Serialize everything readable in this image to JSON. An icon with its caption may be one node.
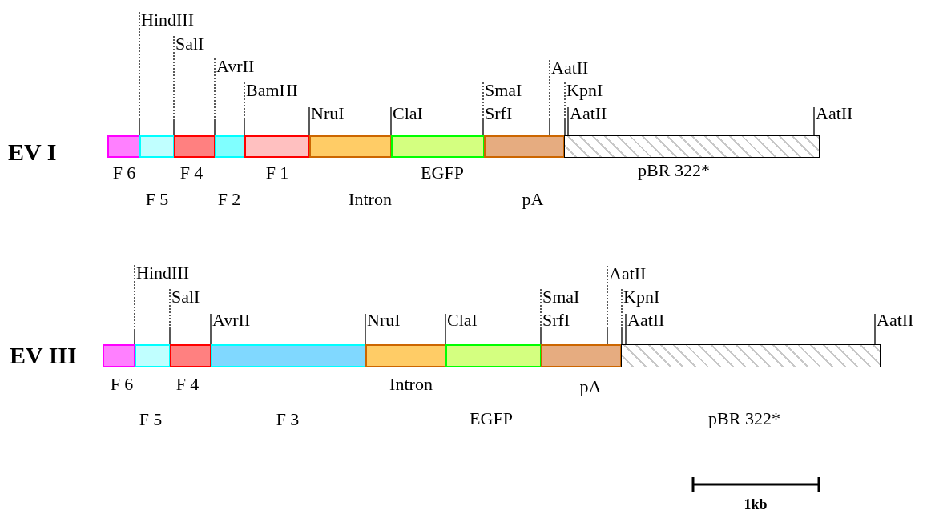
{
  "diagram": {
    "nodes": [
      {
        "text": [
          "HindIII"
        ]
      },
      {
        "text": [
          "SalI"
        ]
      },
      {
        "text": [
          "AvrII"
        ]
      },
      {
        "text": [
          "BamHI"
        ]
      },
      {
        "text": [
          "NruI"
        ]
      },
      {
        "text": [
          "ClaI"
        ]
      },
      {
        "text": [
          "SmaI"
        ]
      },
      {
        "text": [
          "SrfI"
        ]
      },
      {
        "text": [
          "AatII"
        ]
      },
      {
        "text": [
          "KpnI"
        ]
      },
      {
        "text": [
          "AatII"
        ]
      },
      {
        "text": [
          "AatII"
        ]
      },
      {
        "text": [
          "F 6"
        ]
      },
      {
        "text": [
          "F 5"
        ]
      },
      {
        "text": [
          "F 4"
        ]
      },
      {
        "text": [
          "F 2"
        ]
      },
      {
        "text": [
          "F 1"
        ]
      },
      {
        "text": [
          "Intron"
        ]
      },
      {
        "text": [
          "EGFP"
        ]
      },
      {
        "text": [
          "pA"
        ]
      },
      {
        "text": [
          "pBR 322*"
        ]
      },
      {
        "text": [
          "HindIII"
        ]
      },
      {
        "text": [
          "SalI"
        ]
      },
      {
        "text": [
          "AvrII"
        ]
      },
      {
        "text": [
          "NruI"
        ]
      },
      {
        "text": [
          "ClaI"
        ]
      },
      {
        "text": [
          "SmaI"
        ]
      },
      {
        "text": [
          "SrfI"
        ]
      },
      {
        "text": [
          "AatII"
        ]
      },
      {
        "text": [
          "KpnI"
        ]
      },
      {
        "text": [
          "AatII"
        ]
      },
      {
        "text": [
          "AatII"
        ]
      },
      {
        "text": [
          "F 6"
        ]
      },
      {
        "text": [
          "F 5"
        ]
      },
      {
        "text": [
          "F 4"
        ]
      },
      {
        "text": [
          "F 3"
        ]
      },
      {
        "text": [
          "Intron"
        ]
      },
      {
        "text": [
          "EGFP"
        ]
      },
      {
        "text": [
          "pA"
        ]
      },
      {
        "text": [
          "pBR 322*"
        ]
      }
    ],
    "edges": [
      {
        "from": 0,
        "to": 12,
        "arrow": "none",
        "style": "dashed"
      },
      {
        "from": 1,
        "to": 13,
        "arrow": "none",
        "style": "dashed"
      },
      {
        "from": 2,
        "to": 15,
        "arrow": "none",
        "style": "dashed"
      },
      {
        "from": 3,
        "to": 15,
        "arrow": "none",
        "style": "dashed"
      },
      {
        "from": 4,
        "to": 16,
        "arrow": "none"
      },
      {
        "from": 5,
        "to": 17,
        "arrow": "none"
      },
      {
        "from": 6,
        "to": 19,
        "arrow": "none",
        "style": "dashed"
      },
      {
        "from": 8,
        "to": 19,
        "arrow": "none",
        "style": "dashed"
      },
      {
        "from": 9,
        "to": 19,
        "arrow": "none",
        "style": "dashed"
      },
      {
        "from": 10,
        "to": 20,
        "arrow": "none"
      },
      {
        "from": 11,
        "to": 20,
        "arrow": "none"
      },
      {
        "from": 21,
        "to": 32,
        "arrow": "none",
        "style": "dashed"
      },
      {
        "from": 22,
        "to": 33,
        "arrow": "none",
        "style": "dashed"
      },
      {
        "from": 23,
        "to": 34,
        "arrow": "none"
      },
      {
        "from": 24,
        "to": 35,
        "arrow": "none"
      },
      {
        "from": 25,
        "to": 36,
        "arrow": "none"
      },
      {
        "from": 26,
        "to": 37,
        "arrow": "none",
        "style": "dashed"
      },
      {
        "from": 28,
        "to": 38,
        "arrow": "none",
        "style": "dashed"
      },
      {
        "from": 29,
        "to": 38,
        "arrow": "none",
        "style": "dashed"
      },
      {
        "from": 30,
        "to": 39,
        "arrow": "none"
      },
      {
        "from": 31,
        "to": 39,
        "arrow": "none"
      }
    ],
    "labels": [
      "EV I",
      "EV III",
      "1kb"
    ]
  }
}
